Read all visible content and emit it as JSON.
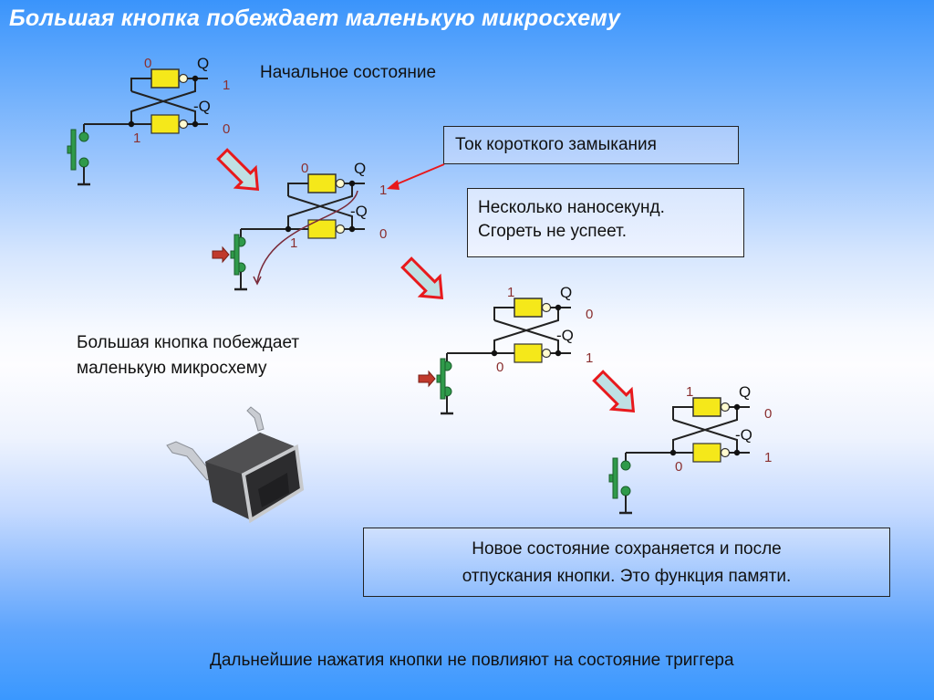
{
  "title": "Большая кнопка побеждает маленькую микросхему",
  "labels": {
    "initial_state": "Начальное состояние",
    "big_button_line1": "Большая кнопка побеждает",
    "big_button_line2": "маленькую микросхему"
  },
  "boxes": {
    "short_circuit": "Ток короткого замыкания",
    "nanoseconds_line1": "Несколько наносекунд.",
    "nanoseconds_line2": "Сгореть не успеет.",
    "memory_line1": "Новое состояние сохраняется и после",
    "memory_line2": "отпускания кнопки. Это функция памяти."
  },
  "bottom_text": "Дальнейшие нажатия кнопки не повлияют на состояние триггера",
  "circuits": [
    {
      "stage": "initial",
      "in_top": "0",
      "in_bottom": "1",
      "q_label": "Q",
      "nq_label": "-Q",
      "q_value": "1",
      "nq_value": "0",
      "button_pressed": false,
      "short_circuit_path": false
    },
    {
      "stage": "pressed",
      "in_top": "0",
      "in_bottom": "1",
      "q_label": "Q",
      "nq_label": "-Q",
      "q_value": "1",
      "nq_value": "0",
      "button_pressed": true,
      "short_circuit_path": true
    },
    {
      "stage": "switched",
      "in_top": "1",
      "in_bottom": "0",
      "q_label": "Q",
      "nq_label": "-Q",
      "q_value": "0",
      "nq_value": "1",
      "button_pressed": true,
      "short_circuit_path": false
    },
    {
      "stage": "released",
      "in_top": "1",
      "in_bottom": "0",
      "q_label": "Q",
      "nq_label": "-Q",
      "q_value": "0",
      "nq_value": "1",
      "button_pressed": false,
      "short_circuit_path": false
    }
  ],
  "colors": {
    "gate_fill": "#f5e81a",
    "button_green": "#2f9a4a",
    "arrow_red": "#e8191c",
    "arrow_fill": "#bfe0e4",
    "value_label": "#8a3030"
  }
}
